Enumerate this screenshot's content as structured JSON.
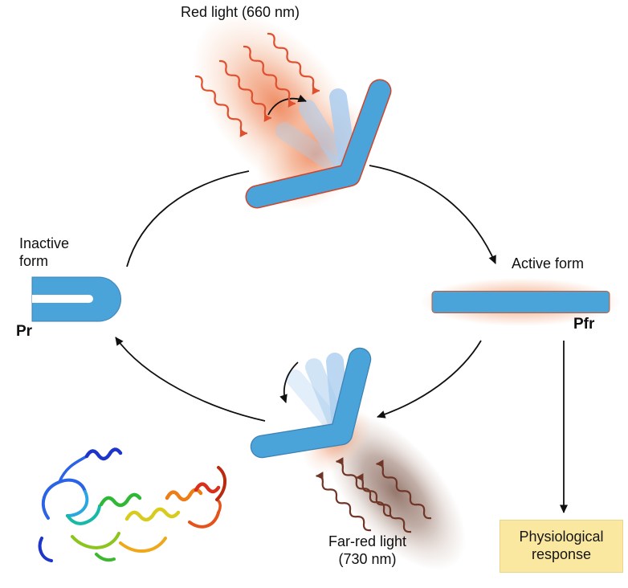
{
  "labels": {
    "red_light": "Red light (660 nm)",
    "inactive_form": "Inactive form",
    "pr": "Pr",
    "active_form": "Active form",
    "pfr": "Pfr",
    "far_red_light_line1": "Far-red light",
    "far_red_light_line2": "(730 nm)",
    "physiological_response": "Physiological response"
  },
  "colors": {
    "protein_blue": "#4aa3d9",
    "protein_blue_light": "#abcdee",
    "protein_outline": "#3c82b4",
    "red_outline": "#d0442a",
    "red_beam": "#ee7f52",
    "red_arrow": "#e04f2e",
    "far_red_beam": "#7b564a",
    "far_red_arrow": "#6f3526",
    "response_box_bg": "#fbe8a0",
    "arrow_black": "#101010"
  },
  "diagram": {
    "type": "cycle",
    "states": [
      {
        "name": "Pr",
        "description": "Inactive form"
      },
      {
        "name": "Pfr",
        "description": "Active form"
      }
    ],
    "transitions": [
      {
        "from": "Pr",
        "to": "Pfr",
        "trigger": "Red light (660 nm)"
      },
      {
        "from": "Pfr",
        "to": "Pr",
        "trigger": "Far-red light (730 nm)"
      },
      {
        "from": "Pfr",
        "to": "Physiological response"
      }
    ]
  }
}
